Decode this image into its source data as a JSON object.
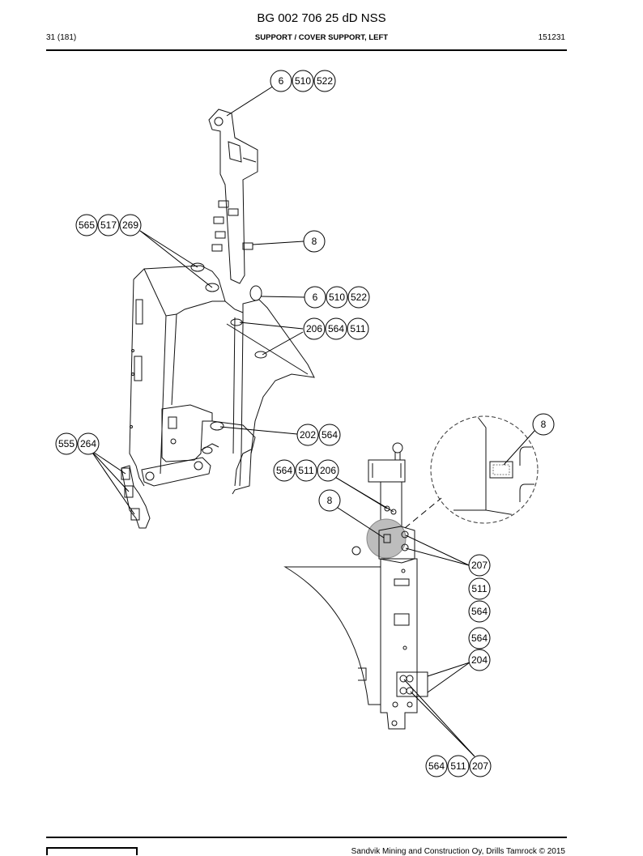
{
  "header": {
    "doc_title": "BG 002 706 25 dD NSS",
    "page_number": "31 (181)",
    "section_title": "SUPPORT / COVER SUPPORT, LEFT",
    "doc_code": "151231"
  },
  "footer": {
    "copyright": "Sandvik Mining and Construction Oy, Drills Tamrock © 2015"
  },
  "callouts": [
    {
      "id": "c1",
      "labels": [
        "6",
        "510",
        "522"
      ]
    },
    {
      "id": "c2",
      "labels": [
        "565",
        "517",
        "269"
      ]
    },
    {
      "id": "c3",
      "labels": [
        "8"
      ]
    },
    {
      "id": "c4",
      "labels": [
        "6",
        "510",
        "522"
      ]
    },
    {
      "id": "c5",
      "labels": [
        "206",
        "564",
        "511"
      ]
    },
    {
      "id": "c6",
      "labels": [
        "202",
        "564"
      ]
    },
    {
      "id": "c7",
      "labels": [
        "555",
        "264"
      ]
    },
    {
      "id": "c8",
      "labels": [
        "564",
        "511",
        "206"
      ]
    },
    {
      "id": "c9",
      "labels": [
        "8"
      ]
    },
    {
      "id": "c10",
      "labels": [
        "8"
      ]
    },
    {
      "id": "c11",
      "labels": [
        "207"
      ]
    },
    {
      "id": "c12",
      "labels": [
        "511"
      ]
    },
    {
      "id": "c13",
      "labels": [
        "564"
      ]
    },
    {
      "id": "c14",
      "labels": [
        "564"
      ]
    },
    {
      "id": "c15",
      "labels": [
        "204"
      ]
    },
    {
      "id": "c16",
      "labels": [
        "564",
        "511",
        "207"
      ]
    }
  ]
}
